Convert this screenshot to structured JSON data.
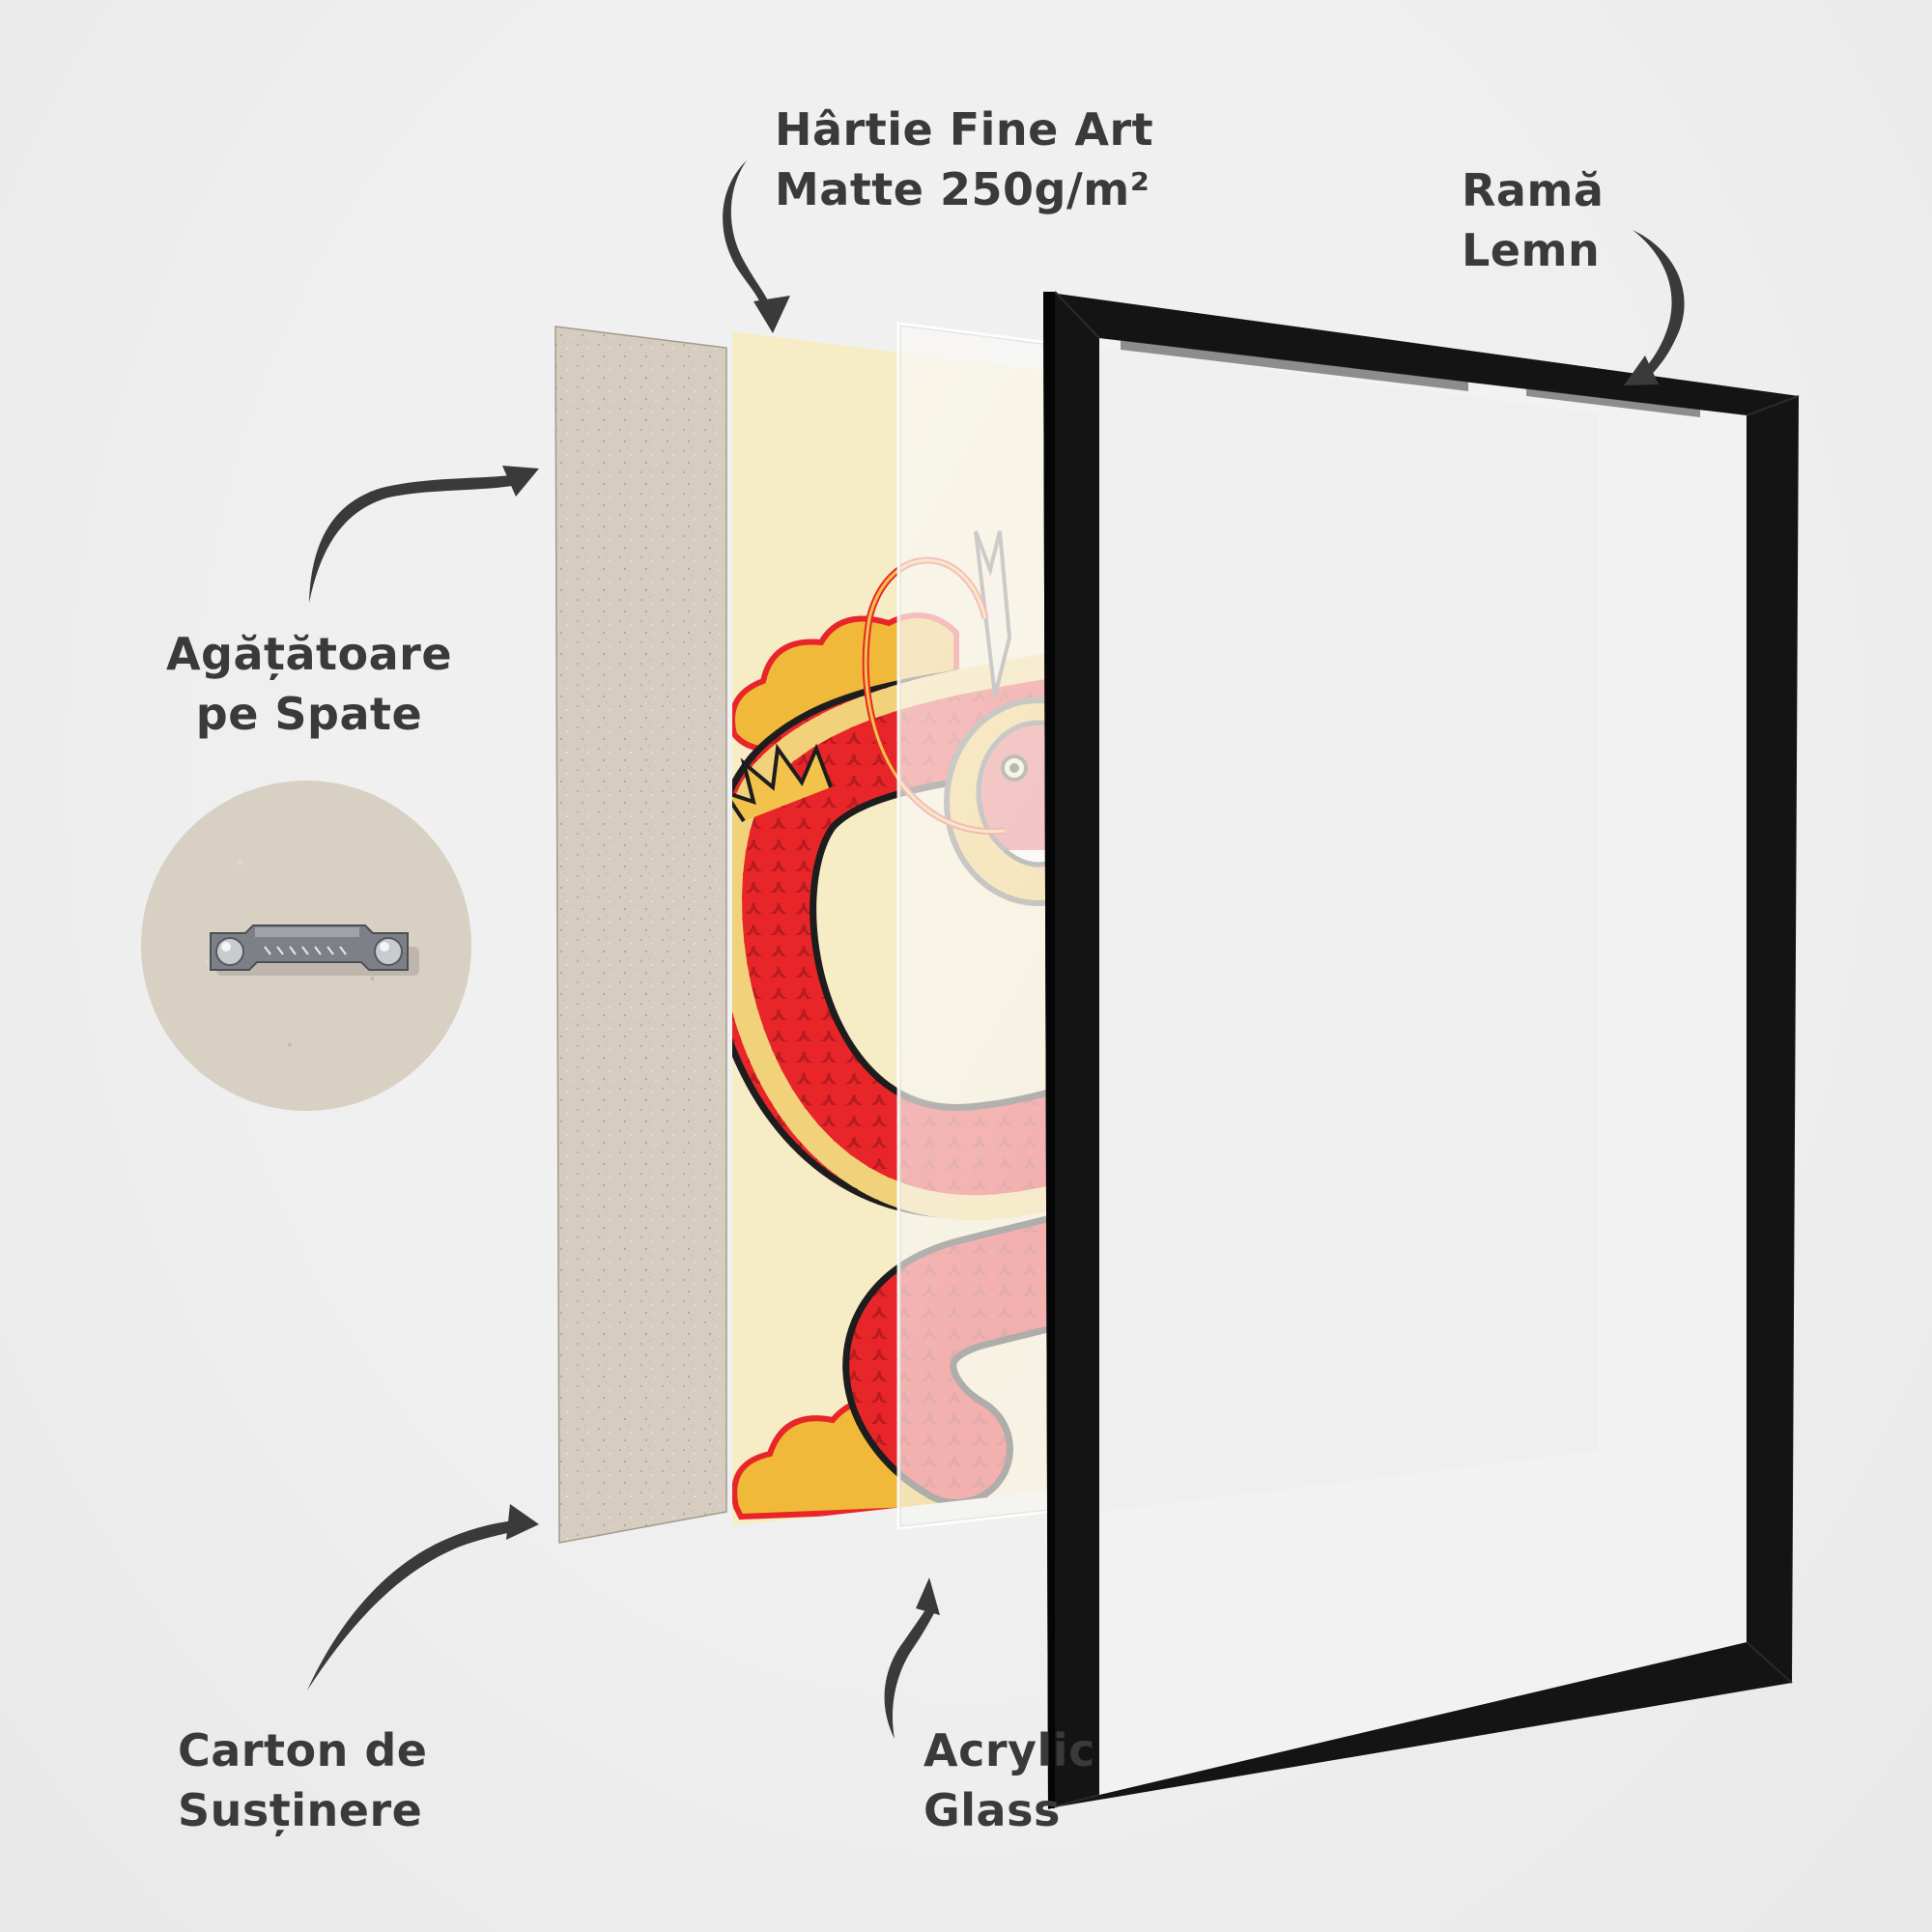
{
  "diagram": {
    "type": "exploded-view product infographic",
    "subject": "Framed art print layer breakdown",
    "background_color": "#efefef",
    "label_color": "#3a3a3c",
    "arrow_color": "#3a3a3c"
  },
  "labels": {
    "paper": {
      "line1": "Hârtie Fine Art",
      "line2": "Matte 250g/m²"
    },
    "frame": {
      "line1": "Ramă",
      "line2": "Lemn"
    },
    "hanger": {
      "line1": "Agățătoare",
      "line2": "pe Spate"
    },
    "backing": {
      "line1": "Carton de",
      "line2": "Susținere"
    },
    "glass": {
      "line1": "Acrylic",
      "line2": "Glass"
    }
  },
  "layers": [
    {
      "id": "backing-board",
      "name": "Carton de Susținere",
      "color": "#d6cdc0"
    },
    {
      "id": "art-paper",
      "name": "Hârtie Fine Art Matte 250g/m²",
      "color": "#f6ecc6"
    },
    {
      "id": "acrylic-glass",
      "name": "Acrylic Glass",
      "color": "rgba(255,255,255,0.35)"
    },
    {
      "id": "wood-frame",
      "name": "Ramă Lemn",
      "color": "#141414"
    }
  ],
  "artwork": {
    "subject": "Red and gold Chinese dragon among clouds",
    "colors": {
      "dragon_red": "#e8262a",
      "scale_dark": "#c21d22",
      "gold": "#f2c24a",
      "belly": "#f1d27a",
      "cloud": "#f0b93a",
      "cloud_outline": "#e8262a",
      "outline": "#1d1d1d"
    }
  },
  "inset": {
    "subject": "Sawtooth picture hanger on backing board",
    "board_color": "#d9d0c4",
    "metal_color": "#8f9296"
  }
}
